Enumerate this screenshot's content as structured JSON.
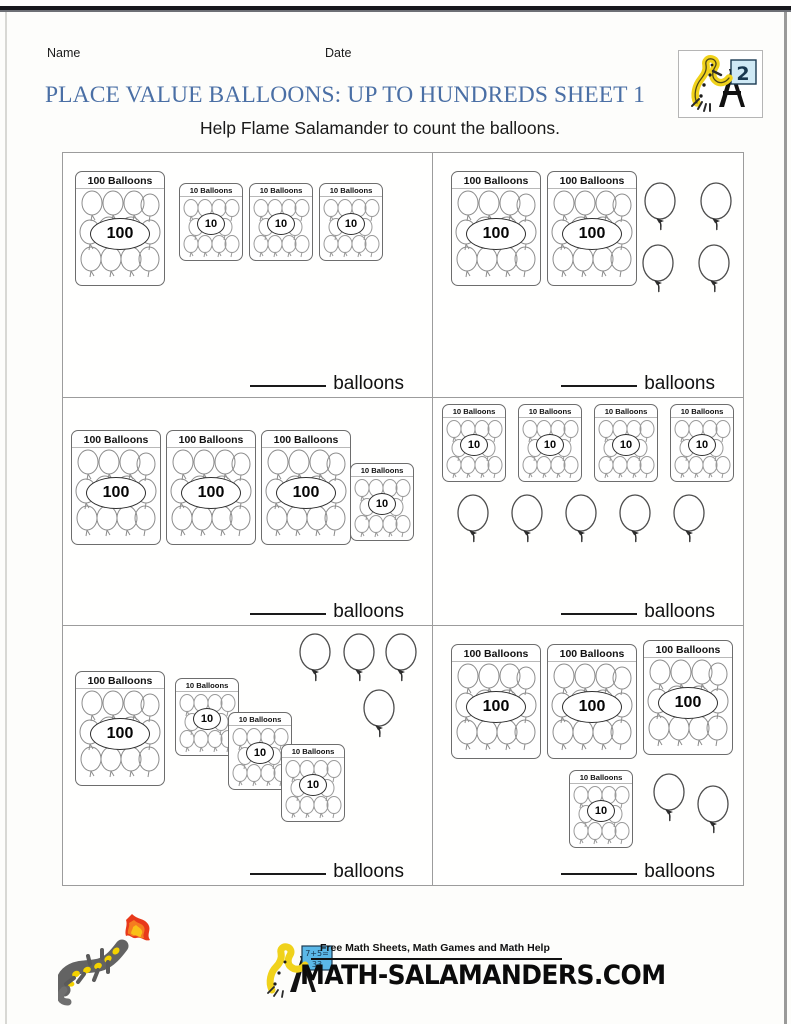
{
  "page": {
    "header": {
      "name_label": "Name",
      "date_label": "Date"
    },
    "title": "PLACE VALUE BALLOONS: UP TO HUNDREDS SHEET 1",
    "subtitle": "Help Flame Salamander to count the balloons.",
    "title_color": "#4a6fa5",
    "logo_badge": {
      "name": "math-salamanders-grade-badge",
      "grade_number": "2"
    }
  },
  "card_labels": {
    "hundred_title": "100 Balloons",
    "hundred_value": "100",
    "ten_title": "10 Balloons",
    "ten_value": "10"
  },
  "answer_label": "balloons",
  "questions": [
    {
      "id": "q1",
      "position": "row1-left",
      "hundred_cards": 1,
      "ten_cards": 3,
      "loose_balloons": 0,
      "answer_label": "balloons",
      "total": 130
    },
    {
      "id": "q2",
      "position": "row1-right",
      "hundred_cards": 2,
      "ten_cards": 0,
      "loose_balloons": 4,
      "answer_label": "balloons",
      "total": 204
    },
    {
      "id": "q3",
      "position": "row2-left",
      "hundred_cards": 3,
      "ten_cards": 1,
      "loose_balloons": 0,
      "answer_label": "balloons",
      "total": 310
    },
    {
      "id": "q4",
      "position": "row2-right",
      "hundred_cards": 0,
      "ten_cards": 4,
      "loose_balloons": 5,
      "answer_label": "balloons",
      "total": 45
    },
    {
      "id": "q5",
      "position": "row3-left",
      "hundred_cards": 1,
      "ten_cards": 3,
      "loose_balloons": 4,
      "answer_label": "balloons",
      "total": 134
    },
    {
      "id": "q6",
      "position": "row3-right",
      "hundred_cards": 3,
      "ten_cards": 1,
      "loose_balloons": 2,
      "answer_label": "balloons",
      "total": 312
    }
  ],
  "footer": {
    "tagline": "Free Math Sheets, Math Games and Math Help",
    "url": "MATH-SALAMANDERS.COM",
    "mascot": "flame-salamander"
  }
}
